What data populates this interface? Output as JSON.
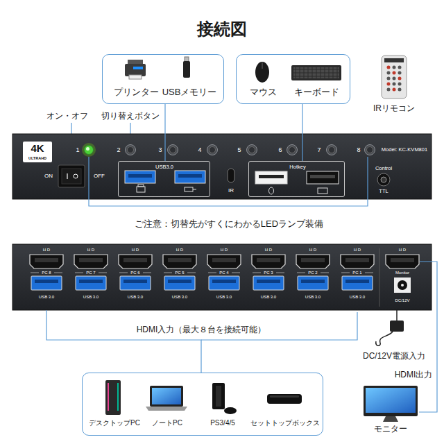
{
  "diagram": {
    "title": "接続図",
    "nodes": [
      {
        "text": [
          "プリンター",
          "USBメモリー"
        ]
      },
      {
        "text": [
          "マウス",
          "キーボード"
        ]
      },
      {
        "text": [
          "1",
          "2",
          "3",
          "4",
          "5",
          "6",
          "7",
          "8",
          "ON",
          "OFF",
          "IR",
          "Control",
          "TTL",
          "Model: KC-KVM801"
        ]
      },
      {
        "text": [
          "4K",
          "ULTRAHD"
        ],
        "in": 2
      },
      {
        "text": [
          "USB3.0"
        ],
        "in": 2
      },
      {
        "text": [
          "Hotkey"
        ],
        "in": 2
      },
      {
        "text": [
          "H D",
          "PC 8",
          "USB 3.0",
          "H D",
          "PC 7",
          "USB 3.0",
          "H D",
          "PC 6",
          "USB 3.0",
          "H D",
          "PC 5",
          "USB 3.0",
          "H D",
          "PC 4",
          "USB 3.0",
          "H D",
          "PC 3",
          "USB 3.0",
          "H D",
          "PC 2",
          "USB 3.0",
          "H D",
          "PC 1",
          "USB 3.0",
          "H D",
          "Monitor",
          "DC/12V"
        ]
      },
      {
        "text": [
          "デスクトップPC",
          "ノートPC",
          "PS3/4/5",
          "セットトップボックス"
        ]
      }
    ],
    "edges": [
      {
        "from": 0,
        "to": 4,
        "arrow": "none"
      },
      {
        "from": 1,
        "to": 5,
        "arrow": "none"
      },
      {
        "from": 7,
        "to": 6,
        "arrow": "none",
        "label": "HDMI入力（最大８台を接続可能）"
      }
    ],
    "labels": [
      "IRリモコン",
      "オン・オフ",
      "切り替えボタン",
      "ご注意：切替先がすくにわかるLEDランプ装備",
      "DC/12V電源入力",
      "HDMI出力",
      "モニター"
    ]
  }
}
